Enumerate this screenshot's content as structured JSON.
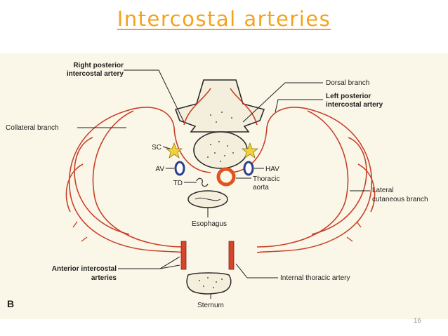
{
  "slide": {
    "title": "Intercostal arteries",
    "page_number": "16"
  },
  "figure": {
    "panel_letter": "B",
    "labels": {
      "right_posterior_1": "Right posterior",
      "right_posterior_2": "intercostal artery",
      "dorsal_branch": "Dorsal branch",
      "left_posterior_1": "Left posterior",
      "left_posterior_2": "intercostal artery",
      "collateral_branch": "Collateral branch",
      "sc": "SC",
      "av": "AV",
      "td": "TD",
      "hav": "HAV",
      "thoracic_aorta_1": "Thoracic",
      "thoracic_aorta_2": "aorta",
      "lateral_cutaneous_1": "Lateral",
      "lateral_cutaneous_2": "cutaneous branch",
      "esophagus": "Esophagus",
      "anterior_intercostal_1": "Anterior intercostal",
      "anterior_intercostal_2": "arteries",
      "internal_thoracic": "Internal thoracic artery",
      "sternum": "Sternum"
    }
  },
  "colors": {
    "title": "#f5a21b",
    "artery": "#c8412a",
    "vein_ring": "#2b3f8f",
    "sympathetic_chain": "#f2d23a",
    "panel_background": "#fbf7e8"
  }
}
